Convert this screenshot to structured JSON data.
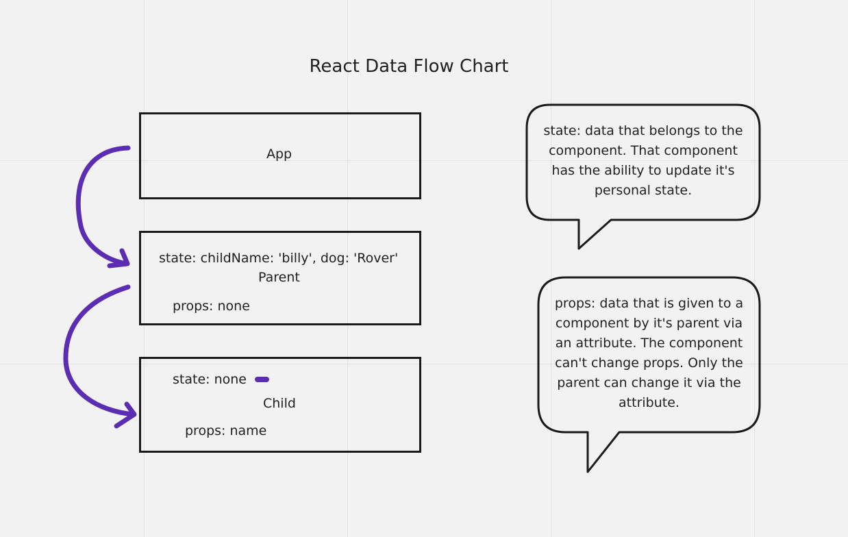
{
  "title": "React Data Flow Chart",
  "colors": {
    "background": "#f2f2f2",
    "grid": "#e2e2e2",
    "box_border": "#1a1a1a",
    "arrow": "#5b2db3"
  },
  "boxes": {
    "app": {
      "name": "App"
    },
    "parent": {
      "name": "Parent",
      "state": "state: childName: 'billy', dog: 'Rover'",
      "props": "props: none"
    },
    "child": {
      "name": "Child",
      "state": "state: none",
      "props": "props: name"
    }
  },
  "bubbles": {
    "state": [
      "state: data that belongs to the",
      "component. That component",
      "has the ability to update it's",
      "personal state."
    ],
    "props": [
      "props: data that is given to a",
      "component by it's parent via",
      "an attribute. The component",
      "can't change props. Only the",
      "parent can change it via the",
      "attribute."
    ]
  }
}
